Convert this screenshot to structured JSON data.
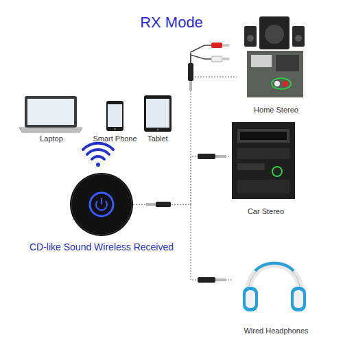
{
  "diagram": {
    "title": "RX Mode",
    "nodes": [
      {
        "text": [
          "Laptop"
        ]
      },
      {
        "text": [
          "Smart Phone"
        ]
      },
      {
        "text": [
          "Tablet"
        ]
      },
      {
        "text": [
          "CD-like Sound Wireless Received"
        ]
      },
      {
        "text": [
          "Home Stereo"
        ]
      },
      {
        "text": [
          "Car Stereo"
        ]
      },
      {
        "text": [
          "Wired Headphones"
        ]
      }
    ],
    "edges": [
      {
        "from": 3,
        "to": 4,
        "arrow": "none"
      },
      {
        "from": 3,
        "to": 5,
        "arrow": "none"
      },
      {
        "from": 3,
        "to": 6,
        "arrow": "none"
      }
    ]
  }
}
